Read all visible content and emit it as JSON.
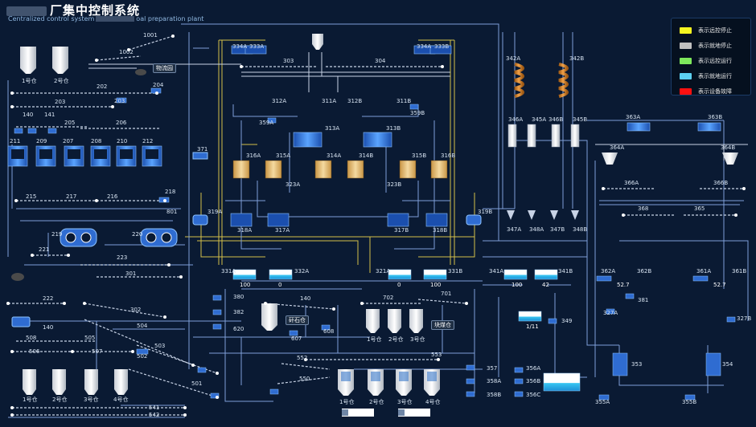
{
  "header": {
    "title": "厂集中控制系统",
    "subtitle_left": "Centralized control system",
    "subtitle_right": "oal preparation plant"
  },
  "legend": [
    {
      "label": "表示远控停止",
      "color": "#f5f520"
    },
    {
      "label": "表示就地停止",
      "color": "#c0c0c0"
    },
    {
      "label": "表示远控运行",
      "color": "#7ee85c"
    },
    {
      "label": "表示就地运行",
      "color": "#5cd0f0"
    },
    {
      "label": "表示设备故障",
      "color": "#ff1010"
    }
  ],
  "tags": {
    "cover_top": "物流园",
    "cover_mid": "矸石仓",
    "lump": "块煤仓"
  },
  "equipment_labels": {
    "e1001": "1001",
    "e1002": "1002",
    "e202": "202",
    "e204": "204",
    "e203a": "203",
    "e203b": "203",
    "e140a": "140",
    "e141": "141",
    "e205": "205",
    "e206": "206",
    "e211": "211",
    "e209": "209",
    "e207": "207",
    "e208": "208",
    "e210": "210",
    "e212": "212",
    "e215": "215",
    "e217": "217",
    "e216": "216",
    "e218": "218",
    "e801": "801",
    "e219": "219",
    "e220": "220",
    "e221": "221",
    "e223": "223",
    "e301": "301",
    "e222": "222",
    "e302": "302",
    "e140b": "140",
    "e504": "504",
    "e503": "503",
    "e502": "502",
    "e501": "501",
    "e508": "508",
    "e505": "505",
    "e506": "506",
    "e507": "507",
    "e541": "541",
    "e542": "542",
    "e371": "371",
    "e319a": "319A",
    "e319b": "319B",
    "e334a": "334A",
    "e333a": "333A",
    "e303": "303",
    "e304": "304",
    "e334b": "334A",
    "e333b": "333B",
    "e312a": "312A",
    "e311a": "311A",
    "e312b": "312B",
    "e311b": "311B",
    "e359a": "359A",
    "e359b": "359B",
    "e313a": "313A",
    "e313b": "313B",
    "e316a": "316A",
    "e315a": "315A",
    "e314a": "314A",
    "e314b": "314B",
    "e315b": "315B",
    "e316b": "316B",
    "e323a": "323A",
    "e323b": "323B",
    "e318a": "318A",
    "e317a": "317A",
    "e317b": "317B",
    "e318b": "318B",
    "e331a": "331A",
    "e332a": "332A",
    "e321a": "321A",
    "e331b": "331B",
    "e380": "380",
    "e382": "382",
    "e620": "620",
    "e140c": "140",
    "e607": "607",
    "e608": "608",
    "e702": "702",
    "e701": "701",
    "e552": "552",
    "e553": "553",
    "e550": "550",
    "e342a": "342A",
    "e342b": "342B",
    "e346a": "346A",
    "e345a": "345A",
    "e346b": "346B",
    "e345b": "345B",
    "e347a": "347A",
    "e348a": "348A",
    "e347b": "347B",
    "e348b": "348B",
    "e341a": "341A",
    "e341b": "341B",
    "e349": "349",
    "e357": "357",
    "e358a": "358A",
    "e358b": "358B",
    "e356a": "356A",
    "e356b": "356B",
    "e356c": "356C",
    "e363a": "363A",
    "e363b": "363B",
    "e364a": "364A",
    "e364b": "364B",
    "e366a": "366A",
    "e366b": "366B",
    "e368": "368",
    "e365": "365",
    "e362a": "362A",
    "e362b": "362B",
    "e361a": "361A",
    "e361b": "361B",
    "e381": "381",
    "e327a": "327A",
    "e327b": "327B",
    "e353": "353",
    "e354": "354",
    "e355a": "355A",
    "e355b": "355B"
  },
  "bins": {
    "top1": "1号仓",
    "top2": "2号仓",
    "bot1": "1号仓",
    "bot2": "2号仓",
    "bot3": "3号仓",
    "bot4": "4号仓",
    "mid1": "1号仓",
    "mid2": "2号仓",
    "mid3": "3号仓",
    "low1": "1号仓",
    "low2": "2号仓",
    "low3": "3号仓",
    "low4": "4号仓"
  },
  "tank_values": {
    "t331a": "100",
    "t332a": "0",
    "t321a": "0",
    "t331b": "100",
    "t341a": "100",
    "t341b": "42",
    "t349": "1/11",
    "t362": "52.7",
    "t361": "52.7"
  },
  "colors": {
    "background": "#0a1a33",
    "pipe_blue": "#7f9fd8",
    "pipe_yellow": "#d4c04a",
    "pipe_white": "#c8d3e6",
    "equipment_blue": "#2f6cd1"
  }
}
